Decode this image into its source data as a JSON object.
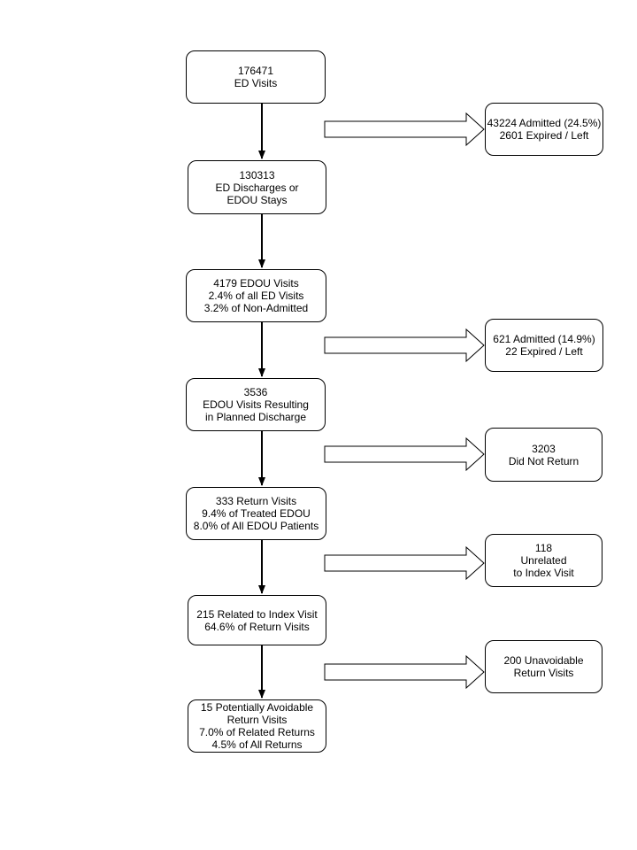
{
  "flowchart": {
    "main_boxes": [
      {
        "lines": [
          "176471",
          "ED Visits"
        ]
      },
      {
        "lines": [
          "130313",
          "ED Discharges or",
          "EDOU Stays"
        ]
      },
      {
        "lines": [
          "4179 EDOU Visits",
          "2.4% of all ED Visits",
          "3.2% of Non-Admitted"
        ]
      },
      {
        "lines": [
          "3536",
          "EDOU Visits Resulting",
          "in Planned Discharge"
        ]
      },
      {
        "lines": [
          "333 Return Visits",
          "9.4% of Treated EDOU",
          "8.0% of All EDOU Patients"
        ]
      },
      {
        "lines": [
          "215 Related to Index Visit",
          "64.6% of Return Visits"
        ]
      },
      {
        "lines": [
          "15 Potentially Avoidable",
          "Return Visits",
          "7.0% of Related Returns",
          "4.5% of All Returns"
        ]
      }
    ],
    "side_boxes": [
      {
        "lines": [
          "43224 Admitted (24.5%)",
          "2601 Expired / Left"
        ]
      },
      {
        "lines": [
          "621 Admitted (14.9%)",
          "22 Expired / Left"
        ]
      },
      {
        "lines": [
          "3203",
          "Did Not Return"
        ]
      },
      {
        "lines": [
          "118",
          "Unrelated",
          "to Index Visit"
        ]
      },
      {
        "lines": [
          "200 Unavoidable",
          "Return Visits"
        ]
      }
    ]
  }
}
